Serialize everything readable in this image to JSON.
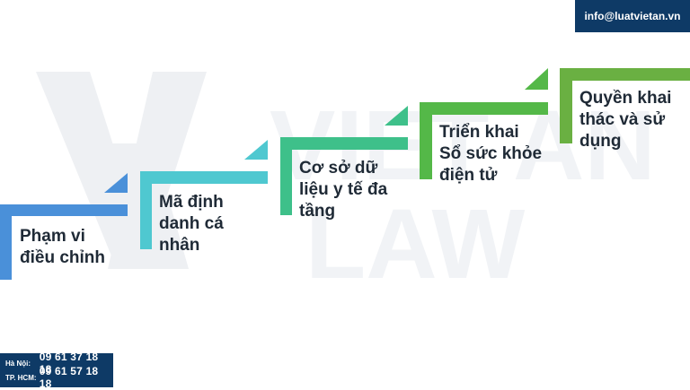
{
  "watermark": {
    "line1": "VIET AN",
    "line2": "LAW"
  },
  "steps": [
    {
      "lines": [
        "Phạm vi",
        "điều chỉnh"
      ],
      "color": "#4a90d9"
    },
    {
      "lines": [
        "Mã định",
        "danh cá",
        "nhân"
      ],
      "color": "#4fc8d0"
    },
    {
      "lines": [
        "Cơ sở dữ",
        "liệu y tế đa",
        "tầng"
      ],
      "color": "#3ec08a"
    },
    {
      "lines": [
        "Triển khai",
        "Sổ sức khỏe",
        "điện tử"
      ],
      "color": "#54b848"
    },
    {
      "lines": [
        "Quyền khai",
        "thác và sử",
        "dụng"
      ],
      "color": "#6ab042"
    }
  ],
  "contact": {
    "email": "info@luatvietan.vn",
    "phones": [
      {
        "city": "Hà Nội:",
        "number": "09 61 37 18 18"
      },
      {
        "city": "TP. HCM:",
        "number": "09 61 57 18 18"
      }
    ]
  },
  "colors": {
    "brand": "#0e3a66",
    "text": "#1f2a36",
    "watermark": "#eef1f4"
  }
}
